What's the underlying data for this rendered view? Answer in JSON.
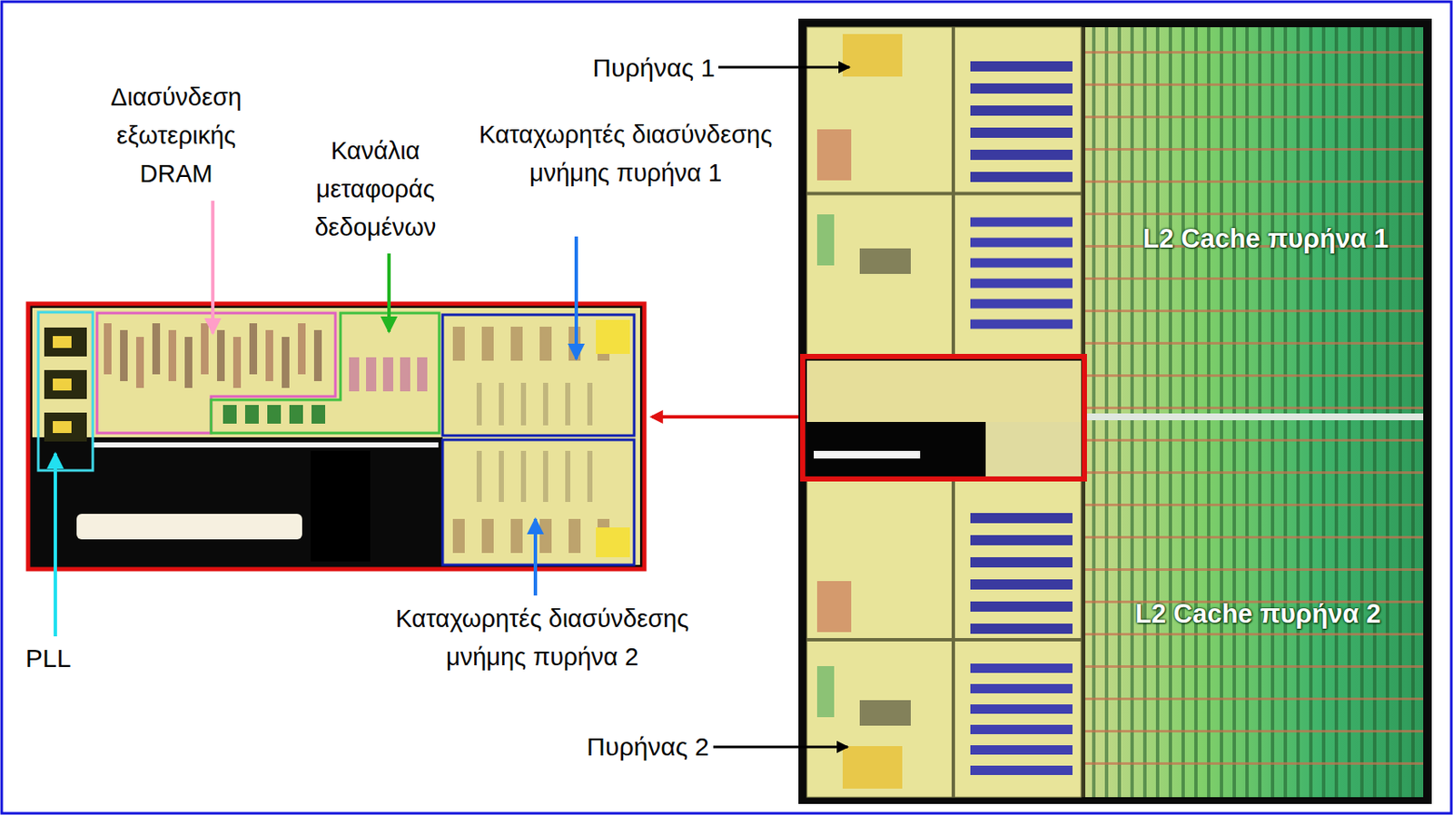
{
  "diagram": {
    "labels": [
      "Πυρήνας 1",
      "Διασύνδεση εξωτερικής DRAM",
      "Κανάλια μεταφοράς δεδομένων",
      "Καταχωρητές διασύνδεσης μνήμης πυρήνα 1",
      "L2 Cache πυρήνα 1",
      "PLL",
      "Καταχωρητές διασύνδεσης μνήμης πυρήνα 2",
      "L2 Cache πυρήνα 2",
      "Πυρήνας 2"
    ]
  }
}
